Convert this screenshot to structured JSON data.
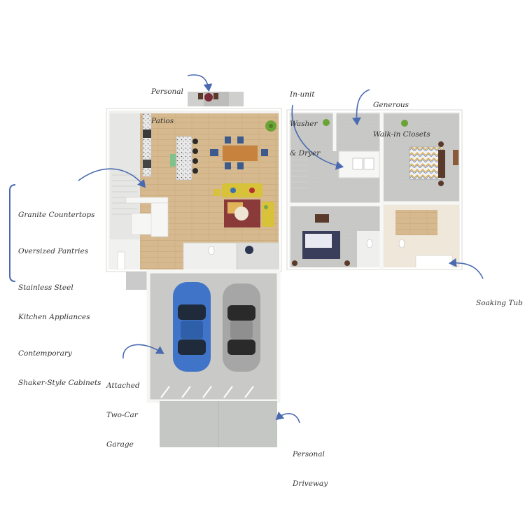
{
  "colors": {
    "accent_blue": "#4a6ab0",
    "wood_floor": "#d2b48c",
    "carpet": "#c9c9c7",
    "wall": "#f4f4f2",
    "garage_floor": "#c8c8c6",
    "driveway": "#c4c6c4",
    "car_blue": "#3f74c8",
    "car_silver": "#a9a9a9"
  },
  "callouts": {
    "patios": [
      "Personal",
      "Patios"
    ],
    "washer": [
      "In-unit",
      "Washer",
      "& Dryer"
    ],
    "closets": [
      "Generous",
      "Walk-in Closets"
    ],
    "kitchen_features": [
      [
        "Granite Countertops"
      ],
      [
        "Oversized Pantries"
      ],
      [
        "Stainless Steel",
        "Kitchen Appliances"
      ],
      [
        "Contemporary",
        "Shaker-Style Cabinets"
      ]
    ],
    "soaking_tub": [
      "Soaking Tub"
    ],
    "garage": [
      "Attached",
      "Two-Car",
      "Garage"
    ],
    "driveway": [
      "Personal",
      "Driveway"
    ]
  }
}
